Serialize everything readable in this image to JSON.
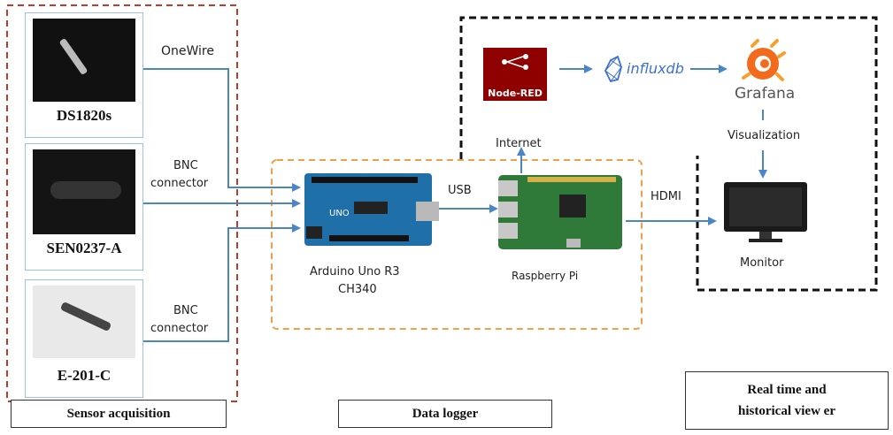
{
  "sensors": [
    {
      "name": "DS1820s",
      "link": "OneWire"
    },
    {
      "name": "SEN0237-A",
      "link_line1": "BNC",
      "link_line2": "connector"
    },
    {
      "name": "E-201-C",
      "link_line1": "BNC",
      "link_line2": "connector"
    }
  ],
  "arduino": {
    "line1": "Arduino  Uno R3",
    "line2": "CH340"
  },
  "usb_label": "USB",
  "raspberry_label": "Raspberry Pi",
  "hdmi_label": "HDMI",
  "internet_label": "Internet",
  "nodered_label": "Node-RED",
  "influx_label": "influxdb",
  "grafana_label": "Grafana",
  "visualization_label": "Visualization",
  "monitor_label": "Monitor",
  "sections": {
    "sensor": "Sensor acquisition",
    "logger": "Data logger",
    "viewer_line1": "Real time and",
    "viewer_line2": "historical view er"
  },
  "colors": {
    "sensor_border": "#c0392b",
    "logger_border": "#f0a04b",
    "viewer_border": "#111111",
    "arrow": "#4a86c5"
  }
}
